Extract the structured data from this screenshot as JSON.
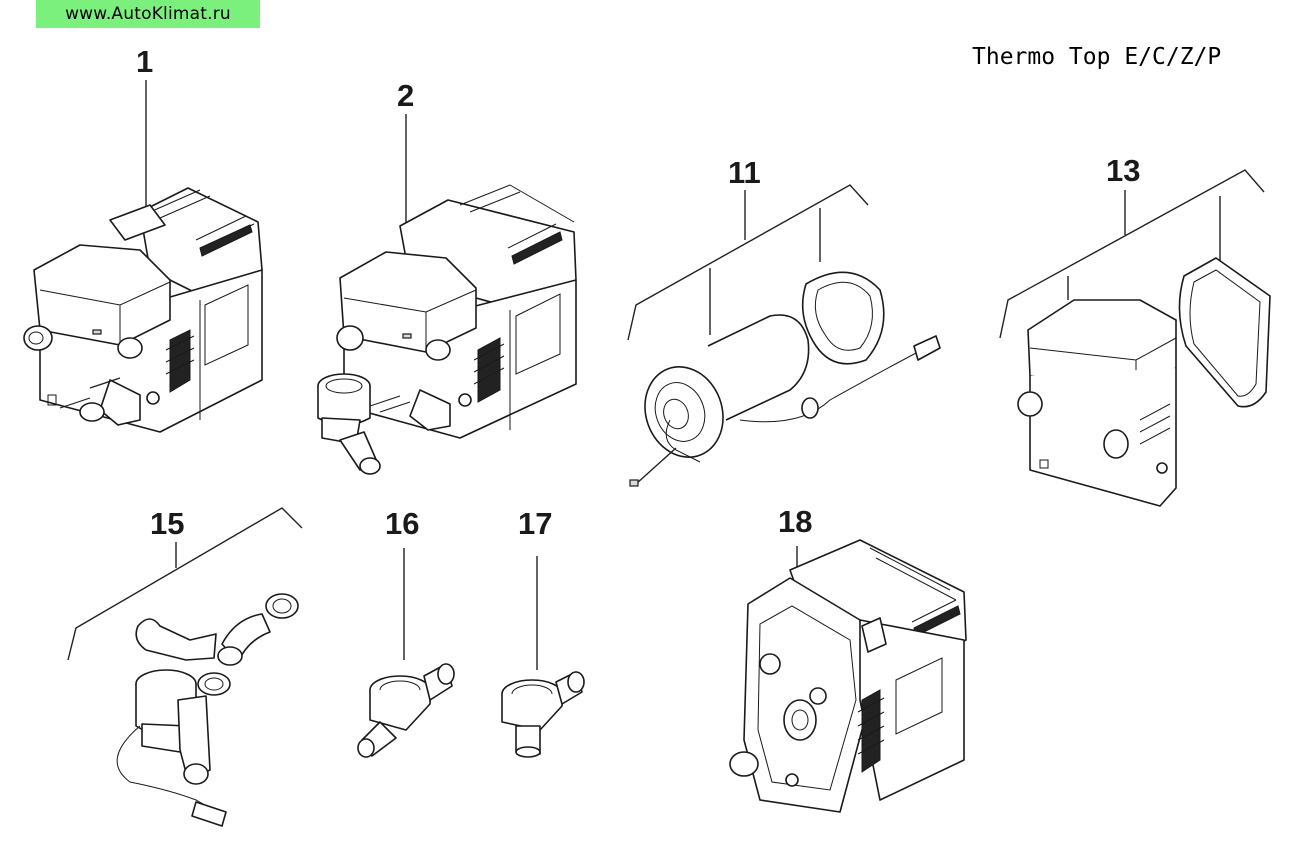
{
  "site_label": "www.AutoKlimat.ru",
  "title": "Thermo Top E/C/Z/P",
  "callouts": {
    "c1": "1",
    "c2": "2",
    "c11": "11",
    "c13": "13",
    "c15": "15",
    "c16": "16",
    "c17": "17",
    "c18": "18"
  },
  "colors": {
    "badge_bg": "#7cf07c",
    "line": "#1a1a1a"
  }
}
